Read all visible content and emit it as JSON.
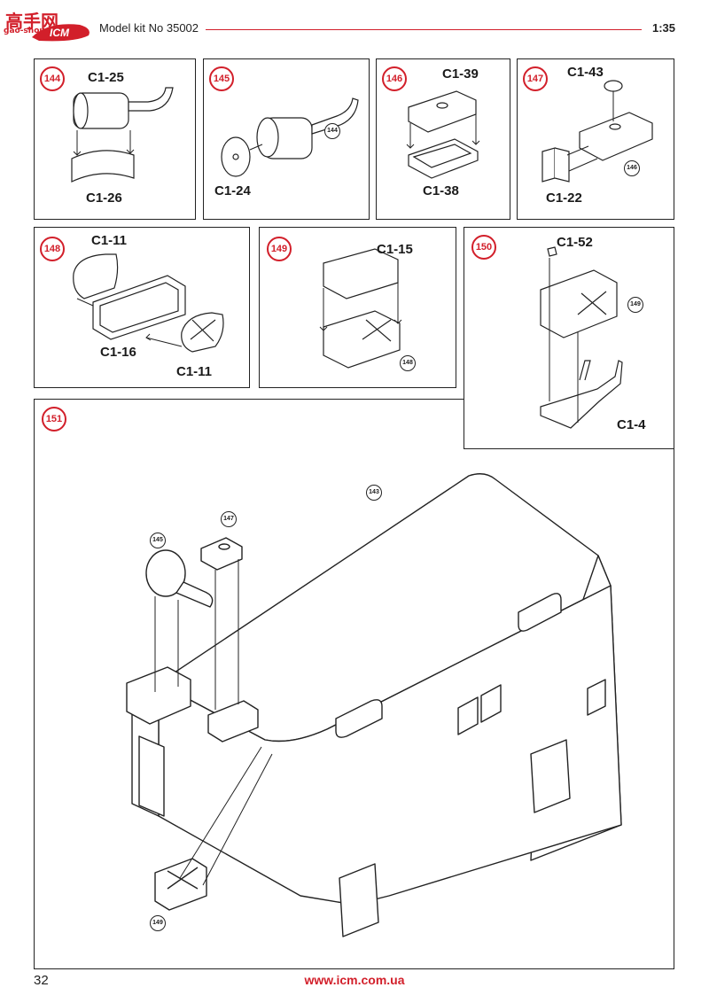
{
  "header": {
    "watermark": "高手网",
    "watermark_sub": "gao-shou.com",
    "model_kit": "Model kit No 35002",
    "scale": "1:35",
    "brand_color": "#d21f2a"
  },
  "steps": [
    {
      "number": "144",
      "labels": [
        "C1-25",
        "C1-26"
      ]
    },
    {
      "number": "145",
      "labels": [
        "C1-24"
      ],
      "refs": [
        "144"
      ]
    },
    {
      "number": "146",
      "labels": [
        "C1-39",
        "C1-38"
      ]
    },
    {
      "number": "147",
      "labels": [
        "C1-43",
        "C1-22"
      ],
      "refs": [
        "146"
      ]
    },
    {
      "number": "148",
      "labels": [
        "C1-11",
        "C1-16",
        "C1-11"
      ]
    },
    {
      "number": "149",
      "labels": [
        "C1-15"
      ],
      "refs": [
        "148"
      ]
    },
    {
      "number": "150",
      "labels": [
        "C1-52",
        "C1-4"
      ],
      "refs": [
        "149"
      ]
    },
    {
      "number": "151",
      "refs": [
        "143",
        "147",
        "145",
        "149"
      ]
    }
  ],
  "footer": {
    "page_number": "32",
    "website": "www.icm.com.ua"
  }
}
